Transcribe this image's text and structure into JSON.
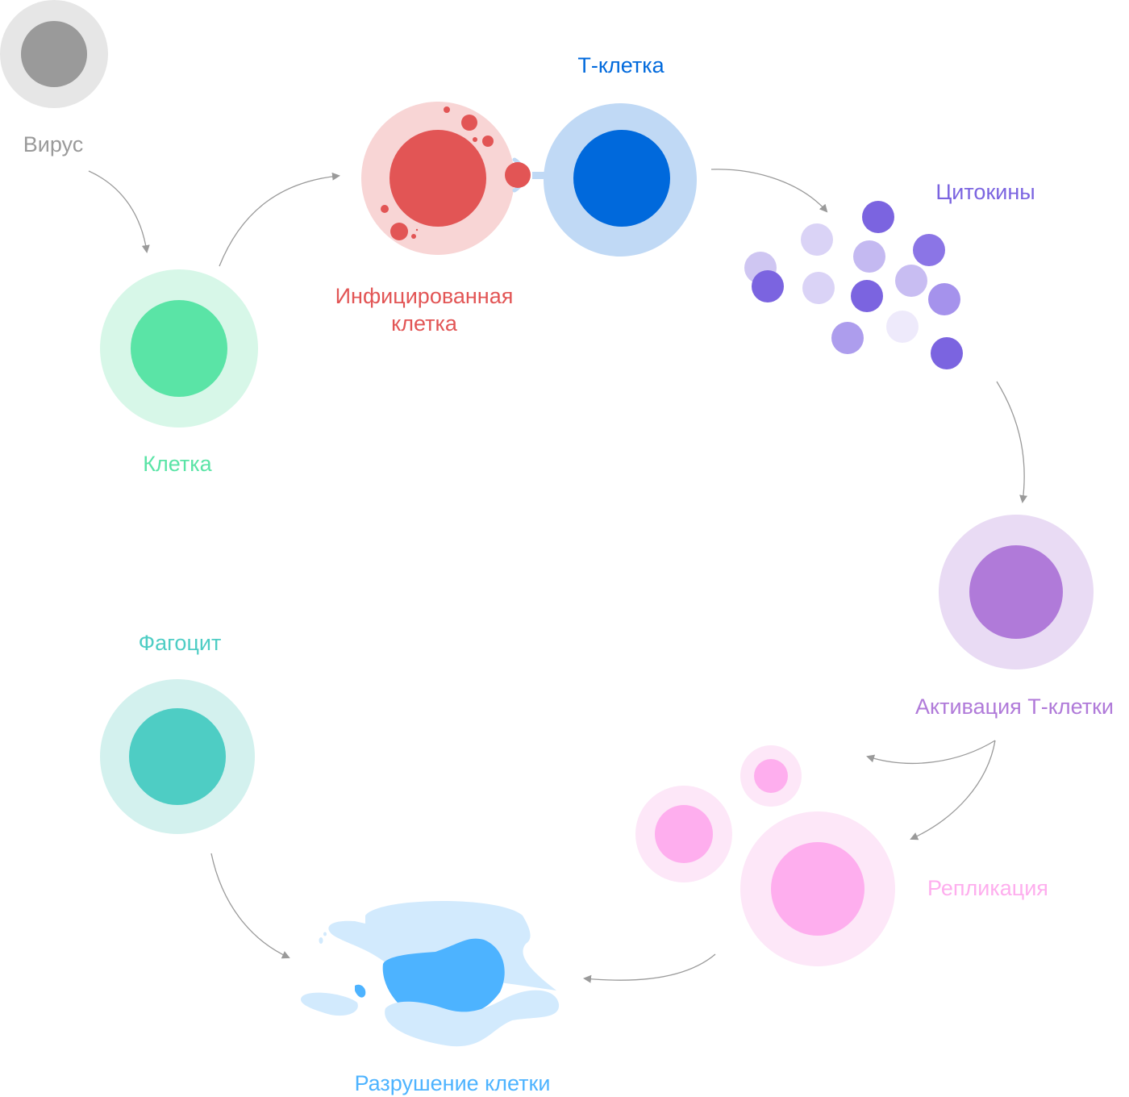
{
  "title": "Иммунный ответ на вирус",
  "labels": {
    "virus": "Вирус",
    "cell": "Клетка",
    "infected_line1": "Инфицированная",
    "infected_line2": "клетка",
    "t_cell": "Т-клетка",
    "cytokines": "Цитокины",
    "activation": "Активация Т-клетки",
    "replication": "Репликация",
    "phagocyte": "Фагоцит",
    "destruction": "Разрушение клетки"
  },
  "colors": {
    "virus": "#9a9a9a",
    "cell": "#5ae4a6",
    "infected": "#e25555",
    "t_cell": "#0069dc",
    "cytokines": "#7b64e0",
    "activation": "#b07ad9",
    "replication": "#feaeee",
    "phagocyte": "#4ecdc4",
    "destruction": "#4db3ff",
    "arrow": "#9a9a9a"
  }
}
